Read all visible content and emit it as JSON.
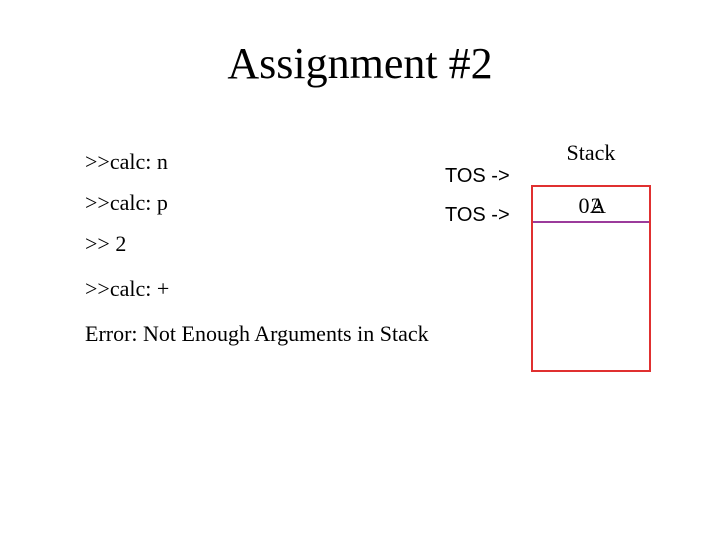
{
  "slide": {
    "title": "Assignment #2"
  },
  "console": {
    "lines": [
      ">>calc: n",
      ">>calc: p",
      ">> 2",
      ">>calc: +",
      "Error: Not Enough Arguments in Stack"
    ]
  },
  "pointer": {
    "label_1": "TOS ->",
    "label_2": "TOS ->"
  },
  "stack": {
    "title": "Stack",
    "value_back": "0",
    "value_front": "2",
    "value_overlay": "A"
  },
  "colors": {
    "stack_border": "#e03030",
    "cell_divider": "#9b3b9b"
  }
}
